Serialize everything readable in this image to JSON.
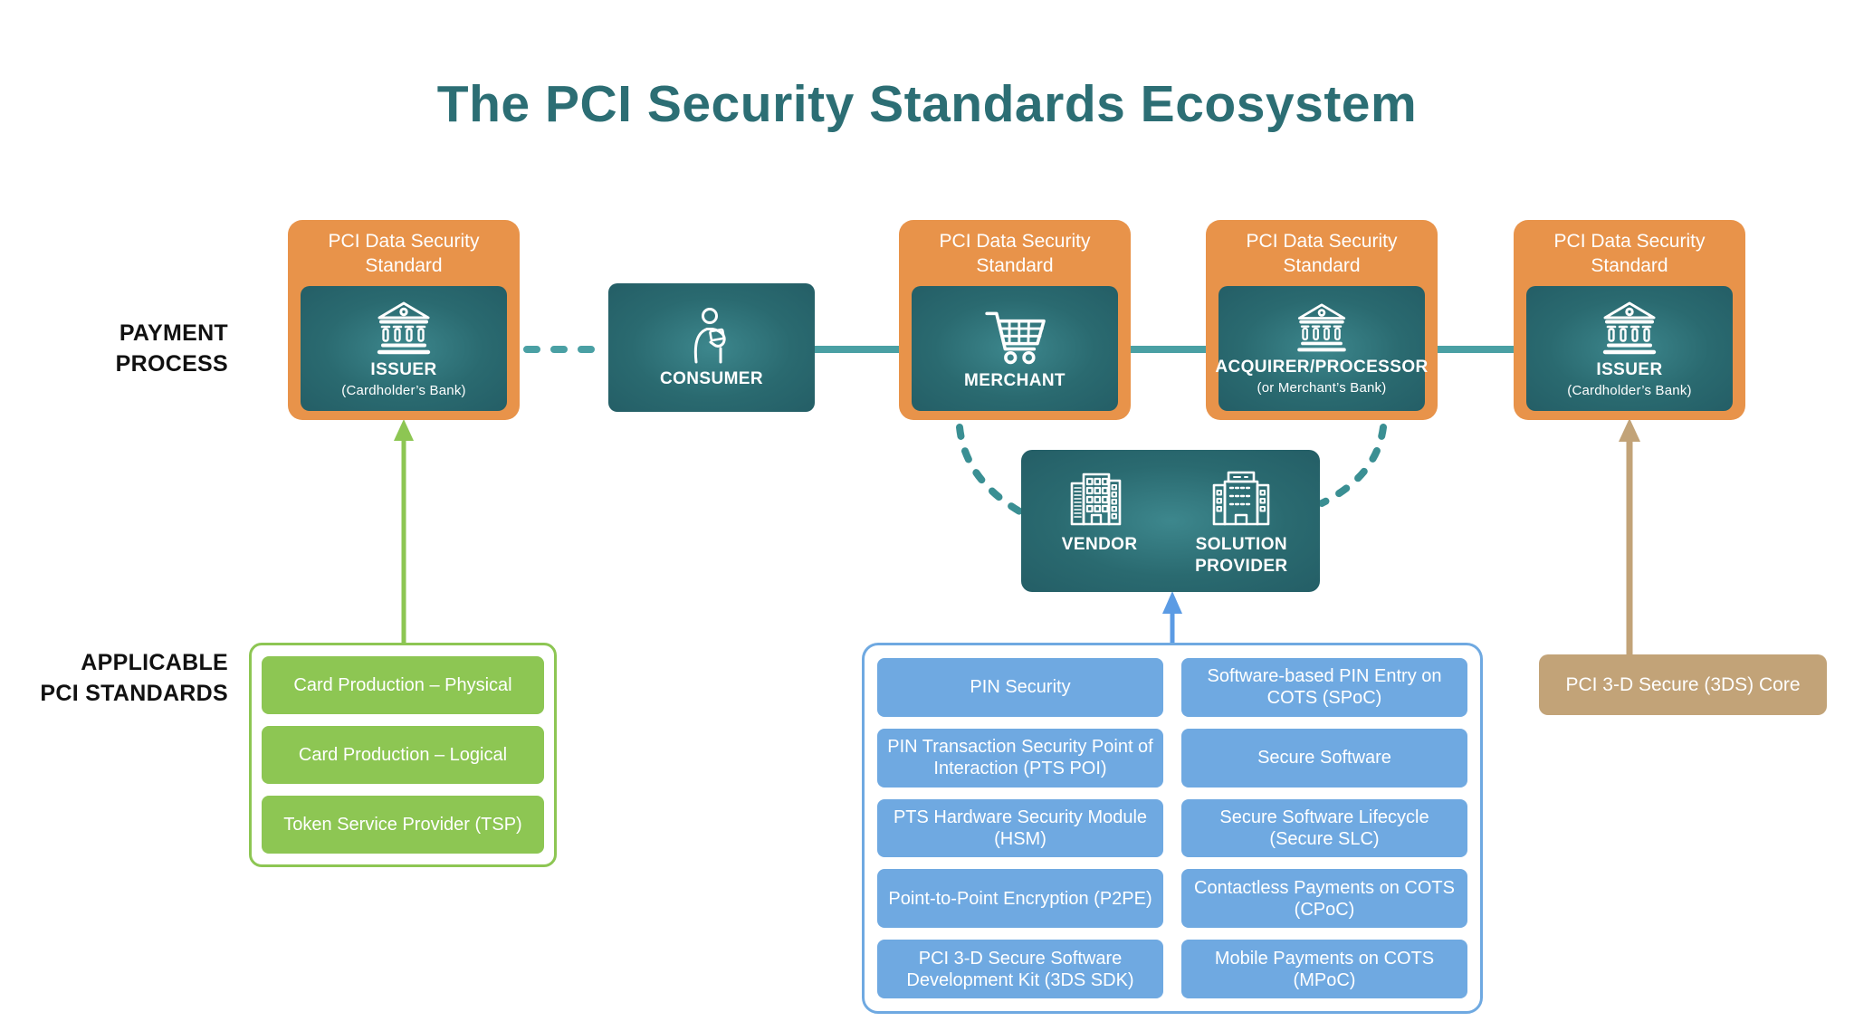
{
  "title": "The PCI Security Standards Ecosystem",
  "labels": {
    "payment_process_line1": "PAYMENT",
    "payment_process_line2": "PROCESS",
    "applicable_line1": "APPLICABLE",
    "applicable_line2": "PCI STANDARDS"
  },
  "payment_row": {
    "standard_header": "PCI Data Security Standard",
    "nodes": [
      {
        "name": "ISSUER",
        "sub": "(Cardholder’s Bank)",
        "icon": "bank-icon"
      },
      {
        "name": "CONSUMER",
        "icon": "consumer-person-icon"
      },
      {
        "name": "MERCHANT",
        "icon": "shopping-cart-icon"
      },
      {
        "name": "ACQUIRER/PROCESSOR",
        "sub": "(or Merchant’s Bank)",
        "icon": "bank-icon"
      },
      {
        "name": "ISSUER",
        "sub": "(Cardholder’s Bank)",
        "icon": "bank-icon"
      }
    ]
  },
  "vendor_box": {
    "items": [
      {
        "name": "VENDOR",
        "icon": "office-building-icon"
      },
      {
        "name": "SOLUTION PROVIDER",
        "icon": "provider-building-icon"
      }
    ]
  },
  "green_panel": {
    "items": [
      "Card Production – Physical",
      "Card Production – Logical",
      "Token Service Provider (TSP)"
    ]
  },
  "blue_panel": {
    "left_items": [
      "PIN Security",
      "PIN Transaction Security Point of Interaction (PTS POI)",
      "PTS Hardware Security Module (HSM)",
      "Point-to-Point Encryption (P2PE)",
      "PCI 3-D Secure Software Development Kit (3DS SDK)"
    ],
    "right_items": [
      "Software-based PIN Entry on COTS (SPoC)",
      "Secure Software",
      "Secure Software Lifecycle (Secure SLC)",
      "Contactless Payments on COTS (CPoC)",
      "Mobile Payments on COTS (MPoC)"
    ]
  },
  "tan_box": {
    "label": "PCI 3-D Secure (3DS) Core"
  },
  "colors": {
    "title_teal": "#2C6E74",
    "orange": "#E8934A",
    "teal_center": "#3D878D",
    "teal_edge": "#245E66",
    "teal_line": "#4AA0A4",
    "teal_dash": "#3A8F93",
    "green": "#8DC653",
    "blue": "#6FA9E1",
    "blue_arrow": "#5B9BE4",
    "tan": "#C2A378",
    "label_black": "#111111"
  }
}
